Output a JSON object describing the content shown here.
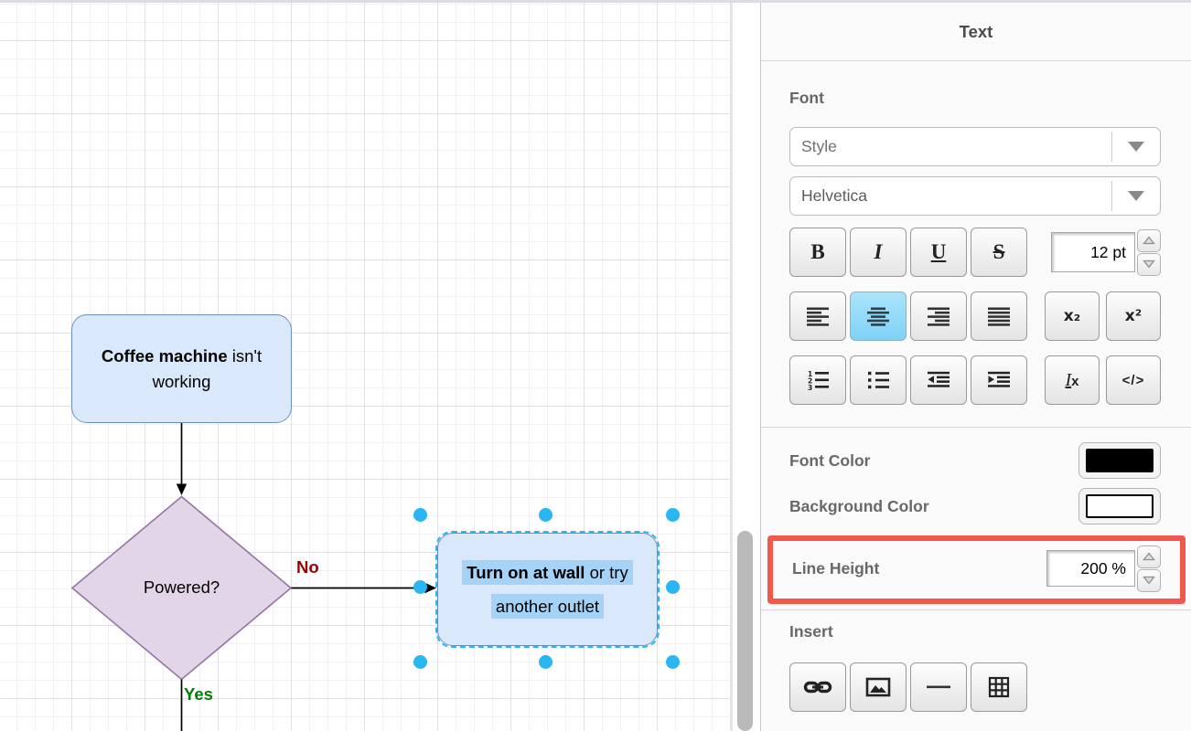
{
  "canvas": {
    "nodes": {
      "start": {
        "line1_bold": "Coffee machine",
        "line1_rest": " isn't",
        "line2": "working"
      },
      "decision": {
        "label": "Powered?"
      },
      "action": {
        "line1_bold": "Turn on at wall",
        "line1_rest": " or try",
        "line2": "another outlet"
      }
    },
    "edge_labels": {
      "no": "No",
      "yes": "Yes"
    }
  },
  "panel": {
    "title": "Text",
    "font": {
      "heading": "Font",
      "style_value": "Style",
      "family_value": "Helvetica",
      "size_value": "12 pt"
    },
    "icons": {
      "bold": "B",
      "italic": "I",
      "underline": "U",
      "strikethrough": "S",
      "subscript": "x₂",
      "superscript": "x²",
      "clear_i": "I",
      "clear_x": "x",
      "code": "</>",
      "ol1": "1",
      "ol2": "2",
      "ol3": "3"
    },
    "font_color_label": "Font Color",
    "background_color_label": "Background Color",
    "line_height_label": "Line Height",
    "line_height_value": "200 %",
    "insert_heading": "Insert"
  },
  "colors": {
    "selection_handle": "#29b6f2",
    "annotation_red": "#f4564c",
    "node_fill": "#dae8fc",
    "node_stroke": "#6c8ebf",
    "decision_fill": "#e1d5e7",
    "decision_stroke": "#9673a6",
    "no_label": "#990000",
    "yes_label": "#008000",
    "text_selection": "#a5d3f8",
    "active_button": "#8edcf9",
    "font_color_swatch": "#000000",
    "background_color_swatch": "#ffffff"
  }
}
